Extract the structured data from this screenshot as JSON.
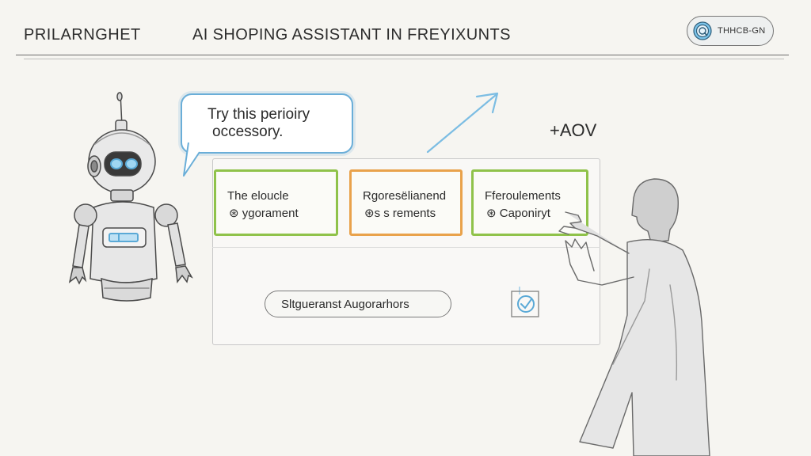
{
  "header": {
    "brand": "PRILARNGHET",
    "title": "AI SHOPING ASSISTANT IN FREYIXUNTS",
    "badge_label": "THHCB-GN",
    "badge_icon": "target-icon"
  },
  "speech_bubble": {
    "line1": "Try this perioiry",
    "line2": "occessory."
  },
  "metric": {
    "label": "+AOV",
    "trend_icon": "arrow-up-right-icon"
  },
  "cards": [
    {
      "title": "The eloucle",
      "subtitle": "⊛ ygorament",
      "border_color": "#8fc24a"
    },
    {
      "title": "Rgoresëlianend",
      "subtitle": "⊛s s rements",
      "border_color": "#e9a24b"
    },
    {
      "title": "Fferoulements",
      "subtitle": "⊛ Caponiryt",
      "border_color": "#8fc24a"
    }
  ],
  "chip": {
    "label": "Sltgueranst Augorarhors"
  },
  "colors": {
    "accent_blue": "#6aaed8",
    "green": "#8fc24a",
    "orange": "#e9a24b"
  }
}
